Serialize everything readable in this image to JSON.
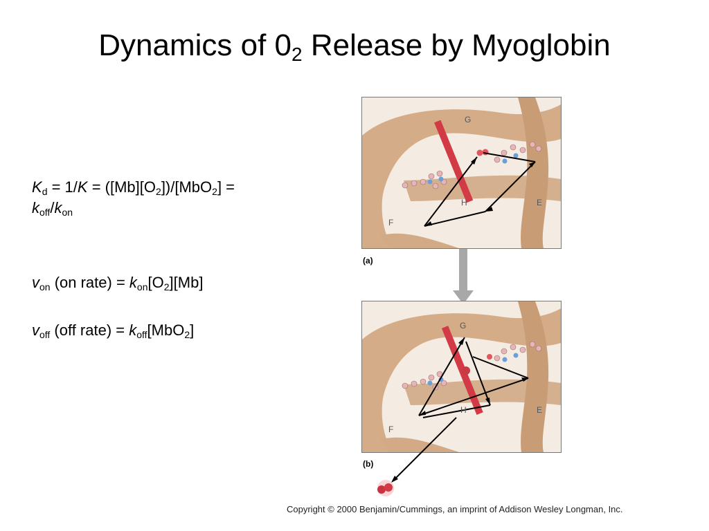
{
  "title": {
    "prefix": "Dynamics of 0",
    "sub": "2",
    "suffix": " Release by Myoglobin"
  },
  "equations": {
    "kd": {
      "k": "K",
      "d": "d",
      "a": " = 1/",
      "k2": "K",
      "b": " = ([Mb][O",
      "o2a": "2",
      "c": "])/[MbO",
      "o2b": "2",
      "d2": "] =",
      "koff_k": "k",
      "koff_sub": "off",
      "slash": "/",
      "kon_k": "k",
      "kon_sub": "on"
    },
    "von": {
      "v": "v",
      "sub": "on",
      "text": " (on rate) = ",
      "k": "k",
      "ksub": "on",
      "rest1": "[O",
      "o2": "2",
      "rest2": "][Mb]"
    },
    "voff": {
      "v": "v",
      "sub": "off",
      "text": " (off rate) = ",
      "k": "k",
      "ksub": "off",
      "rest1": "[MbO",
      "o2": "2",
      "rest2": "]"
    }
  },
  "figure": {
    "panel_a": {
      "label": "(a)",
      "helix_labels": [
        "G",
        "H",
        "E",
        "F"
      ]
    },
    "panel_b": {
      "label": "(b)",
      "helix_labels": [
        "G",
        "H",
        "E",
        "F"
      ]
    }
  },
  "copyright": "Copyright © 2000 Benjamin/Cummings, an imprint of Addison Wesley Longman, Inc.",
  "colors": {
    "protein": "#d9b48f",
    "heme": "#d23b45",
    "arrow": "#000000",
    "transition_arrow": "#a8a8a8"
  }
}
